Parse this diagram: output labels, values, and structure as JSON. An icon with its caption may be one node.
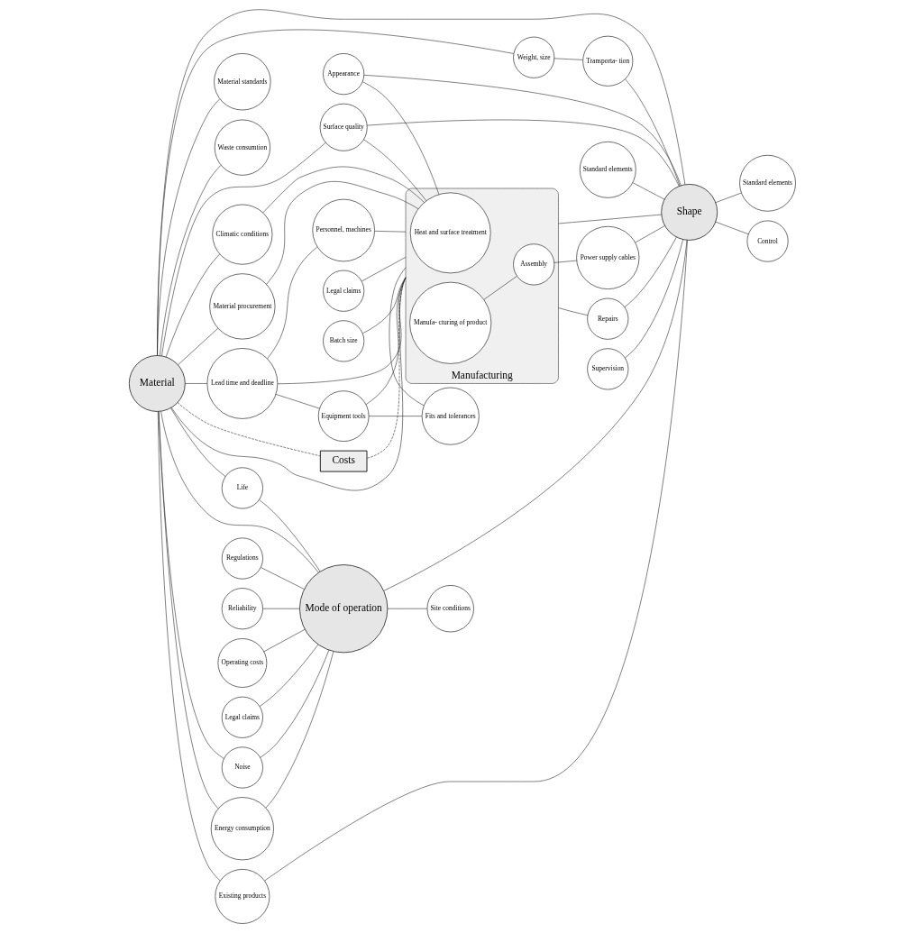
{
  "diagram": {
    "nodes": [
      {
        "text": [
          "Costs"
        ]
      },
      {
        "text": [
          "Noise"
        ]
      },
      {
        "text": [
          "Regulations"
        ]
      },
      {
        "text": [
          "Reliability"
        ]
      },
      {
        "text": [
          "Operating costs"
        ]
      },
      {
        "text": [
          "Energy consumption"
        ]
      },
      {
        "text": [
          "Legal claims"
        ]
      },
      {
        "text": [
          "Mode of operation"
        ]
      },
      {
        "text": [
          "Life"
        ]
      },
      {
        "text": [
          "Site conditions"
        ]
      },
      {
        "text": [
          "Existing products"
        ]
      },
      {
        "text": [
          "Material"
        ]
      },
      {
        "text": [
          "Weight, size"
        ]
      },
      {
        "text": [
          "Transporta- tion"
        ]
      },
      {
        "text": [
          "Standard elements"
        ]
      },
      {
        "text": [
          "Climatic conditions"
        ]
      },
      {
        "text": [
          "Surface quality"
        ]
      },
      {
        "text": [
          "Shape"
        ]
      },
      {
        "text": [
          "Material standards"
        ]
      },
      {
        "text": [
          "Material procurement"
        ]
      },
      {
        "text": [
          "Appearance"
        ]
      },
      {
        "text": [
          "Waste consumtion"
        ]
      },
      {
        "text": [
          "Manufacturing"
        ]
      },
      {
        "text": [
          "Heat and surface treatment"
        ],
        "in": 22
      },
      {
        "text": [
          "Lead time and deadline"
        ]
      },
      {
        "text": [
          "Personnel, machines"
        ]
      },
      {
        "text": [
          "Supervision"
        ]
      },
      {
        "text": [
          "Standard elements"
        ]
      },
      {
        "text": [
          "Manufa- cturing of product"
        ],
        "in": 22
      },
      {
        "text": [
          "Assembly"
        ],
        "in": 22
      },
      {
        "text": [
          "Power supply cables"
        ]
      },
      {
        "text": [
          "Control"
        ]
      },
      {
        "text": [
          "Equipment tools"
        ]
      },
      {
        "text": [
          "Fits and tolerances"
        ]
      },
      {
        "text": [
          "Repairs"
        ]
      },
      {
        "text": [
          "Legal claims"
        ]
      },
      {
        "text": [
          "Batch size"
        ]
      }
    ],
    "edges": [
      {
        "from": 11,
        "to": 0,
        "arrow": "none",
        "style": "dashed"
      },
      {
        "from": 0,
        "to": 22,
        "arrow": "none",
        "style": "dashed"
      },
      {
        "from": 2,
        "to": 7,
        "arrow": "none"
      },
      {
        "from": 1,
        "to": 7,
        "arrow": "none"
      },
      {
        "from": 5,
        "to": 7,
        "arrow": "none"
      },
      {
        "from": 3,
        "to": 7,
        "arrow": "none"
      },
      {
        "from": 4,
        "to": 7,
        "arrow": "none"
      },
      {
        "from": 6,
        "to": 7,
        "arrow": "none"
      },
      {
        "from": 8,
        "to": 7,
        "arrow": "none"
      },
      {
        "from": 7,
        "to": 9,
        "arrow": "none"
      },
      {
        "from": 11,
        "to": 7,
        "arrow": "none"
      },
      {
        "from": 7,
        "to": 17,
        "arrow": "none"
      },
      {
        "from": 11,
        "to": 1,
        "arrow": "none"
      },
      {
        "from": 11,
        "to": 5,
        "arrow": "none"
      },
      {
        "from": 11,
        "to": 8,
        "arrow": "none"
      },
      {
        "from": 11,
        "to": 10,
        "arrow": "none"
      },
      {
        "from": 10,
        "to": 17,
        "arrow": "none"
      },
      {
        "from": 11,
        "to": 12,
        "arrow": "none"
      },
      {
        "from": 12,
        "to": 13,
        "arrow": "none"
      },
      {
        "from": 13,
        "to": 17,
        "arrow": "none"
      },
      {
        "from": 11,
        "to": 17,
        "arrow": "none"
      },
      {
        "from": 11,
        "to": 16,
        "arrow": "none"
      },
      {
        "from": 11,
        "to": 15,
        "arrow": "none"
      },
      {
        "from": 14,
        "to": 17,
        "arrow": "none"
      },
      {
        "from": 16,
        "to": 17,
        "arrow": "none"
      },
      {
        "from": 11,
        "to": 18,
        "arrow": "none"
      },
      {
        "from": 11,
        "to": 24,
        "arrow": "none"
      },
      {
        "from": 11,
        "to": 21,
        "arrow": "none"
      },
      {
        "from": 11,
        "to": 22,
        "arrow": "none"
      },
      {
        "from": 11,
        "to": 19,
        "arrow": "none"
      },
      {
        "from": 15,
        "to": 23,
        "arrow": "none"
      },
      {
        "from": 16,
        "to": 23,
        "arrow": "none"
      },
      {
        "from": 19,
        "to": 23,
        "arrow": "none"
      },
      {
        "from": 20,
        "to": 23,
        "arrow": "none"
      },
      {
        "from": 20,
        "to": 17,
        "arrow": "none"
      },
      {
        "from": 22,
        "to": 17,
        "arrow": "none"
      },
      {
        "from": 30,
        "to": 17,
        "arrow": "none"
      },
      {
        "from": 26,
        "to": 17,
        "arrow": "none"
      },
      {
        "from": 17,
        "to": 27,
        "arrow": "none"
      },
      {
        "from": 17,
        "to": 31,
        "arrow": "none"
      },
      {
        "from": 34,
        "to": 17,
        "arrow": "none"
      },
      {
        "from": 22,
        "to": 34,
        "arrow": "none"
      },
      {
        "from": 28,
        "to": 29,
        "arrow": "none"
      },
      {
        "from": 29,
        "to": 30,
        "arrow": "none"
      },
      {
        "from": 24,
        "to": 25,
        "arrow": "none"
      },
      {
        "from": 25,
        "to": 22,
        "arrow": "none"
      },
      {
        "from": 24,
        "to": 22,
        "arrow": "none"
      },
      {
        "from": 24,
        "to": 32,
        "arrow": "none"
      },
      {
        "from": 32,
        "to": 22,
        "arrow": "none"
      },
      {
        "from": 32,
        "to": 33,
        "arrow": "none"
      },
      {
        "from": 33,
        "to": 22,
        "arrow": "none"
      },
      {
        "from": 35,
        "to": 22,
        "arrow": "none"
      },
      {
        "from": 36,
        "to": 22,
        "arrow": "none"
      }
    ]
  }
}
